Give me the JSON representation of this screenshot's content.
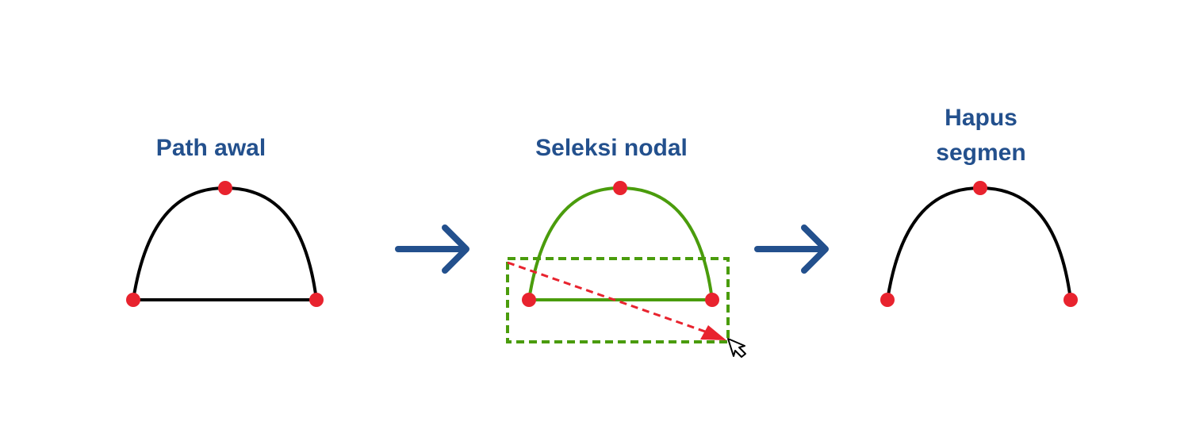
{
  "panels": [
    {
      "id": "original-path",
      "title": "Path awal"
    },
    {
      "id": "node-selection",
      "title": "Seleksi nodal"
    },
    {
      "id": "delete-segment",
      "title_lines": [
        "Hapus",
        "segmen"
      ]
    }
  ],
  "colors": {
    "title": "#23508d",
    "path_default": "#000000",
    "path_selected": "#4a9c0c",
    "node": "#e8232e",
    "selection_box": "#4a9c0c",
    "drag_arrow": "#e8232e",
    "flow_arrow": "#23508d",
    "cursor_fill": "#ffffff",
    "cursor_stroke": "#000000"
  },
  "icons": {
    "flow_arrow": "arrow-right-icon",
    "cursor": "mouse-pointer-icon"
  }
}
